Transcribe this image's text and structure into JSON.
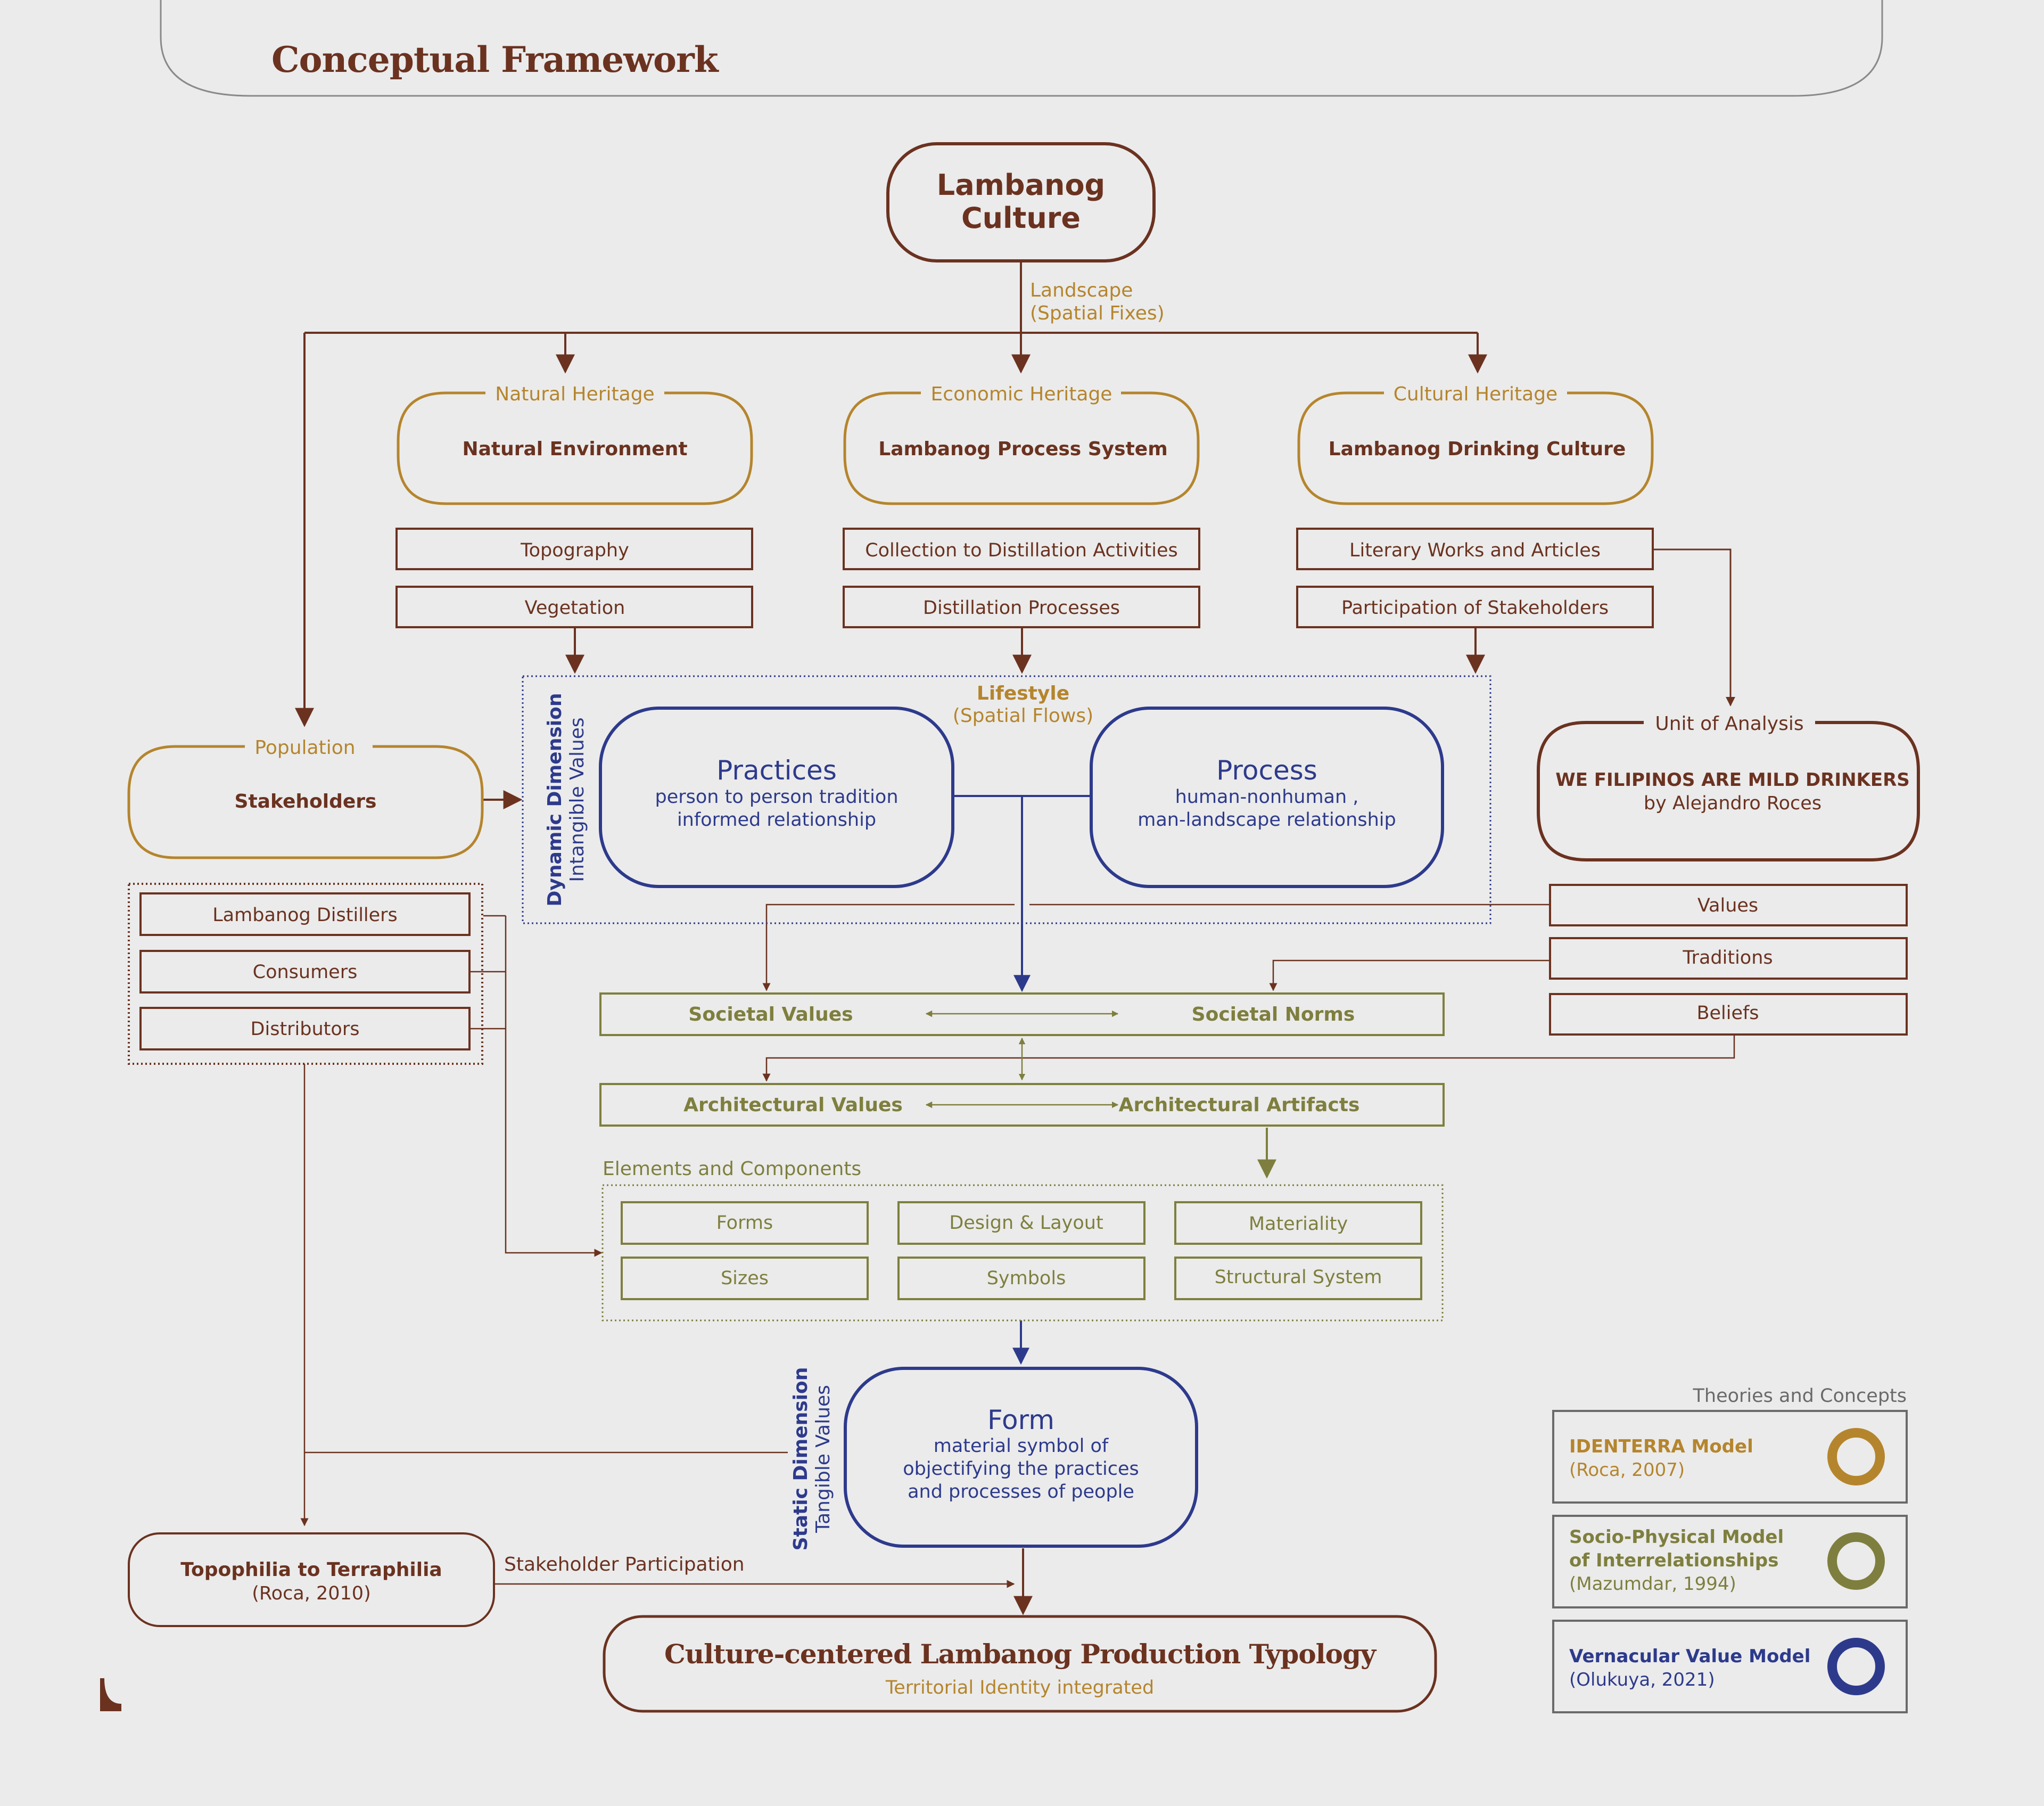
{
  "header": {
    "title": "Conceptual Framework"
  },
  "colors": {
    "brown": "#6b3220",
    "gold": "#b5852d",
    "olive": "#7e7f3e",
    "navy": "#2d3a8c",
    "gray": "#6a6a6a",
    "background": "#ebebeb"
  },
  "top_node": {
    "line1": "Lambanog",
    "line2": "Culture"
  },
  "landscape": {
    "label": "Landscape",
    "sub": "(Spatial Fixes)"
  },
  "heritage": [
    {
      "tag": "Natural Heritage",
      "title": "Natural Environment",
      "items": [
        "Topography",
        "Vegetation"
      ]
    },
    {
      "tag": "Economic Heritage",
      "title": "Lambanog Process System",
      "items": [
        "Collection to Distillation Activities",
        "Distillation Processes"
      ]
    },
    {
      "tag": "Cultural Heritage",
      "title": "Lambanog Drinking Culture",
      "items": [
        "Literary Works and Articles",
        "Participation of Stakeholders"
      ]
    }
  ],
  "population": {
    "tag": "Population",
    "title": "Stakeholders",
    "items": [
      "Lambanog Distillers",
      "Consumers",
      "Distributors"
    ]
  },
  "lifestyle": {
    "label": "Lifestyle",
    "sub": "(Spatial Flows)"
  },
  "dynamic": {
    "title": "Dynamic Dimension",
    "sub": "Intangible Values"
  },
  "practices": {
    "title": "Practices",
    "line1": "person to person tradition",
    "line2": "informed relationship"
  },
  "process": {
    "title": "Process",
    "line1": "human-nonhuman ,",
    "line2": "man-landscape relationship"
  },
  "unit": {
    "tag": "Unit of Analysis",
    "title": "WE FILIPINOS ARE MILD DRINKERS",
    "sub": "by Alejandro Roces",
    "items": [
      "Values",
      "Traditions",
      "Beliefs"
    ]
  },
  "societal": {
    "left": "Societal Values",
    "right": "Societal Norms"
  },
  "architectural": {
    "left": "Architectural Values",
    "right": "Architectural Artifacts"
  },
  "elements": {
    "label": "Elements and Components",
    "items": [
      "Forms",
      "Design & Layout",
      "Materiality",
      "Sizes",
      "Symbols",
      "Structural System"
    ]
  },
  "static": {
    "title": "Static Dimension",
    "sub": "Tangible Values"
  },
  "form": {
    "title": "Form",
    "line1": "material symbol of",
    "line2": "objectifying the practices",
    "line3": "and processes of people"
  },
  "topophilia": {
    "title": "Topophilia to Terraphilia",
    "sub": "(Roca, 2010)"
  },
  "participation_label": "Stakeholder Participation",
  "result": {
    "title": "Culture-centered Lambanog Production Typology",
    "sub": "Territorial Identity integrated"
  },
  "legend": {
    "title": "Theories and Concepts",
    "items": [
      {
        "line1": "IDENTERRA Model",
        "line2": "",
        "cite": "(Roca, 2007)",
        "color": "#b5852d"
      },
      {
        "line1": "Socio-Physical Model",
        "line2": "of Interrelationships",
        "cite": "(Mazumdar, 1994)",
        "color": "#7e7f3e"
      },
      {
        "line1": "Vernacular Value Model",
        "line2": "",
        "cite": "(Olukuya, 2021)",
        "color": "#2d3a8c"
      }
    ]
  }
}
